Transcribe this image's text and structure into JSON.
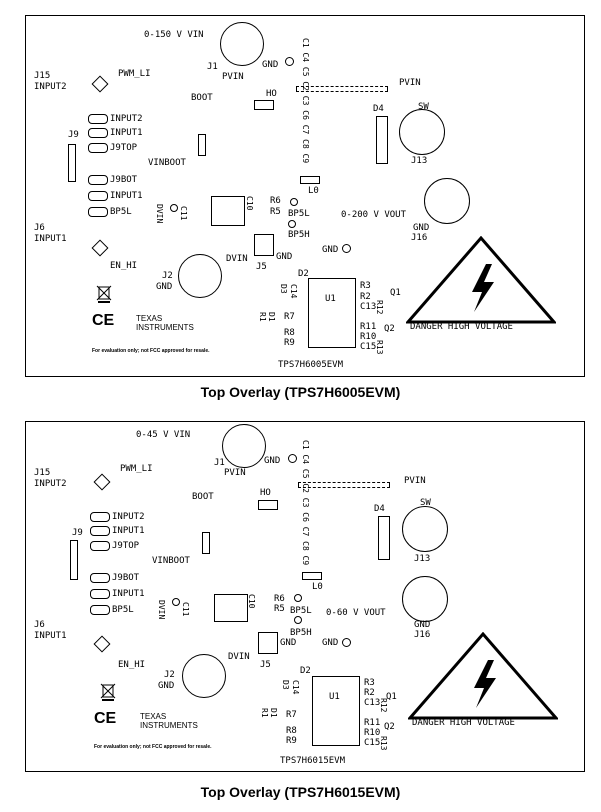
{
  "overlays": [
    {
      "caption": "Top Overlay (TPS7H6005EVM)",
      "vin": "0-150 V VIN",
      "vout": "0-200 V VOUT",
      "board": "TPS7H6005EVM",
      "labels": {
        "j1": "J1",
        "pvin": "PVIN",
        "gnd": "GND",
        "pwm_li": "PWM_LI",
        "j15": "J15",
        "input2_j15": "INPUT2",
        "boot": "BOOT",
        "ho": "HO",
        "pvin_r": "PVIN",
        "d4": "D4",
        "sw": "SW",
        "input2": "INPUT2",
        "input1": "INPUT1",
        "j9top": "J9TOP",
        "j9": "J9",
        "vinboot": "VINBOOT",
        "j13": "J13",
        "l0": "L0",
        "j9bot": "J9BOT",
        "input1b": "INPUT1",
        "bp5l_pin": "BP5L",
        "dvin_v": "DVIN",
        "c11": "C11",
        "c10": "C10",
        "r6": "R6",
        "r5": "R5",
        "bp5l": "BP5L",
        "bp5h": "BP5H",
        "gnd_j16": "GND",
        "j16": "J16",
        "j6": "J6",
        "input1_j6": "INPUT1",
        "gnd2": "GND",
        "dvin": "DVIN",
        "j5": "J5",
        "gnd3": "GND",
        "en_hi": "EN_HI",
        "j2": "J2",
        "gnd_j2": "GND",
        "d2": "D2",
        "d3": "D3",
        "c14": "C14",
        "r7": "R7",
        "r8": "R8",
        "r9": "R9",
        "d1": "D1",
        "r1": "R1",
        "u1": "U1",
        "r3": "R3",
        "r2": "R2",
        "c13": "C13",
        "r11": "R11",
        "r10": "R10",
        "c15": "C15",
        "r12": "R12",
        "r13": "R13",
        "q1": "Q1",
        "q2": "Q2",
        "danger": "DANGER HIGH VOLTAGE",
        "caps": "C1 C4 C5 C2 C3 C6 C7 C8 C9",
        "ti_texas": "TEXAS",
        "ti_instruments": "INSTRUMENTS",
        "ce": "CE",
        "fcc": "For evaluation only; not FCC approved for resale."
      }
    },
    {
      "caption": "Top Overlay (TPS7H6015EVM)",
      "vin": "0-45 V VIN",
      "vout": "0-60 V VOUT",
      "board": "TPS7H6015EVM",
      "labels": {
        "j1": "J1",
        "pvin": "PVIN",
        "gnd": "GND",
        "pwm_li": "PWM_LI",
        "j15": "J15",
        "input2_j15": "INPUT2",
        "boot": "BOOT",
        "ho": "HO",
        "pvin_r": "PVIN",
        "d4": "D4",
        "sw": "SW",
        "input2": "INPUT2",
        "input1": "INPUT1",
        "j9top": "J9TOP",
        "j9": "J9",
        "vinboot": "VINBOOT",
        "j13": "J13",
        "l0": "L0",
        "j9bot": "J9BOT",
        "input1b": "INPUT1",
        "bp5l_pin": "BP5L",
        "dvin_v": "DVIN",
        "c11": "C11",
        "c10": "C10",
        "r6": "R6",
        "r5": "R5",
        "bp5l": "BP5L",
        "bp5h": "BP5H",
        "gnd_j16": "GND",
        "j16": "J16",
        "j6": "J6",
        "input1_j6": "INPUT1",
        "gnd2": "GND",
        "dvin": "DVIN",
        "j5": "J5",
        "gnd3": "GND",
        "en_hi": "EN_HI",
        "j2": "J2",
        "gnd_j2": "GND",
        "d2": "D2",
        "d3": "D3",
        "c14": "C14",
        "r7": "R7",
        "r8": "R8",
        "r9": "R9",
        "d1": "D1",
        "r1": "R1",
        "u1": "U1",
        "r3": "R3",
        "r2": "R2",
        "c13": "C13",
        "r11": "R11",
        "r10": "R10",
        "c15": "C15",
        "r12": "R12",
        "r13": "R13",
        "q1": "Q1",
        "q2": "Q2",
        "danger": "DANGER HIGH VOLTAGE",
        "caps": "C1 C4 C5 C2 C3 C6 C7 C8 C9",
        "ti_texas": "TEXAS",
        "ti_instruments": "INSTRUMENTS",
        "ce": "CE",
        "fcc": "For evaluation only; not FCC approved for resale."
      }
    }
  ]
}
